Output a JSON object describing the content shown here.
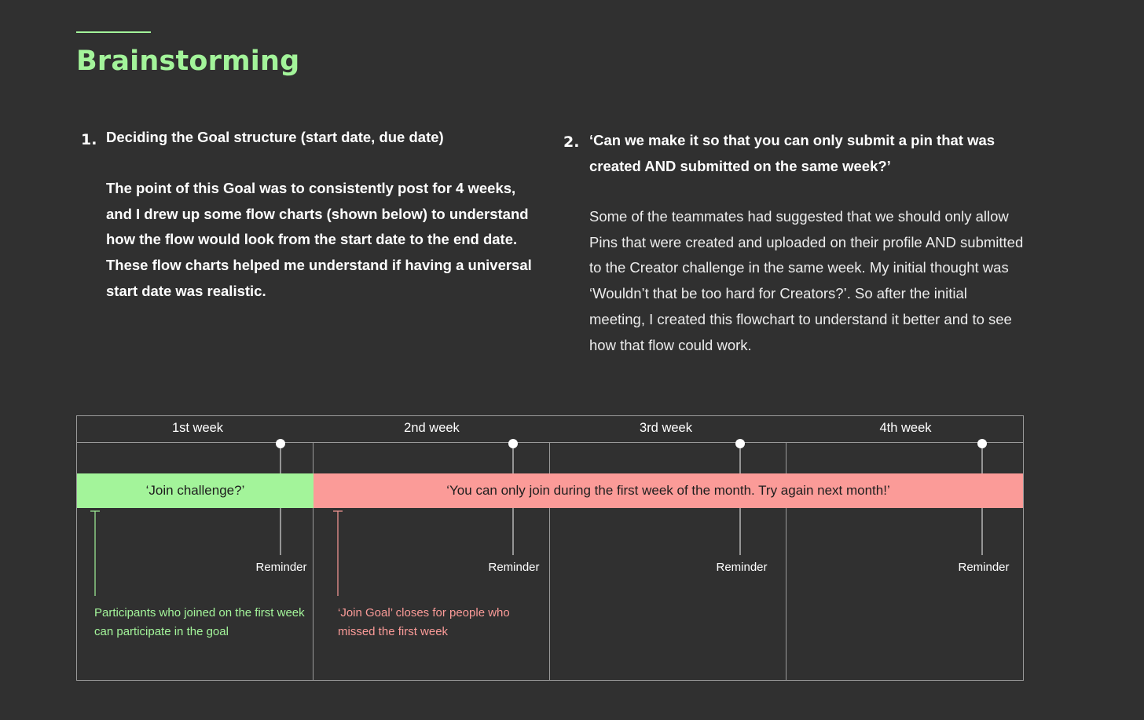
{
  "page": {
    "title": "Brainstorming",
    "accent_color": "#a3f49a"
  },
  "item1": {
    "number": "1.",
    "heading": "Deciding the Goal structure (start date, due date)",
    "body": "The point of this Goal was to consistently post for 4 weeks, and I drew up some flow charts (shown below) to understand how the flow would look from the start date to the end date. These flow charts helped me understand if having a universal start date was realistic."
  },
  "item2": {
    "number": "2.",
    "heading": "‘Can we make it so that you can only submit a pin that was created AND submitted on the same week?’",
    "body": "Some of the teammates had suggested that we should only allow Pins that were created and uploaded on their profile AND submitted to the Creator challenge in the same week. My initial thought was ‘Wouldn’t that be too hard for Creators?’. So after the initial meeting, I created this flowchart to understand it better and to see how that flow could work."
  },
  "diagram": {
    "weeks": [
      "1st week",
      "2nd week",
      "3rd week",
      "4th week"
    ],
    "join_bar": {
      "label": "‘Join challenge?’",
      "color": "#a3f49a"
    },
    "closed_bar": {
      "label": "‘You can only join during the first week of the month. Try again next month!’",
      "color": "#fb9b98"
    },
    "reminder_label": "Reminder",
    "reminders": [
      "Reminder",
      "Reminder",
      "Reminder",
      "Reminder"
    ],
    "note_join": "Participants who joined on the first week can participate in the goal",
    "note_closed": "‘Join Goal’ closes for people who missed the first week"
  }
}
